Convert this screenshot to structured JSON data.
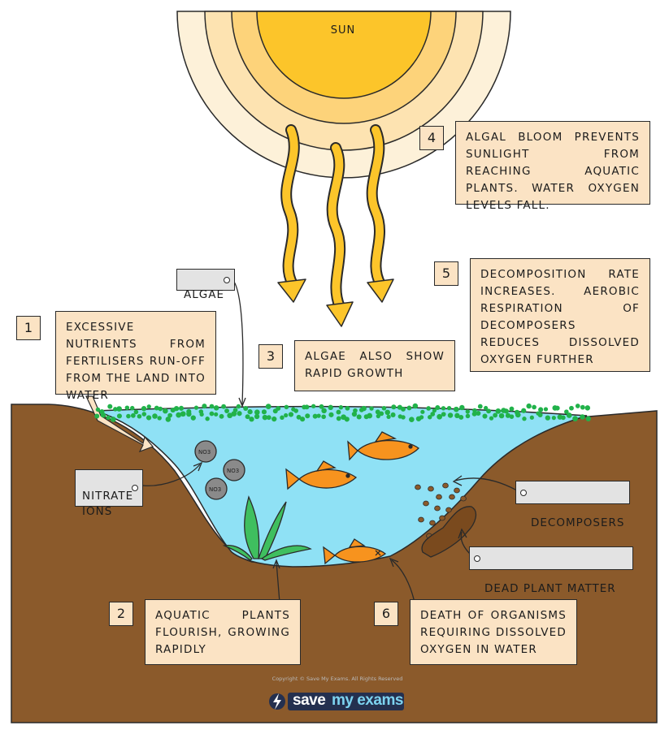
{
  "sun_label": "SUN",
  "nitrate_ion_label": "NO3",
  "tags": {
    "algae": "ALGAE",
    "nitrate_ions": "NITRATE\nIONS",
    "decomposers": "DECOMPOSERS",
    "dead_plant_matter": "DEAD PLANT MATTER"
  },
  "steps": [
    {
      "number": "1",
      "text": "EXCESSIVE NUTRIENTS FROM FERTILISERS RUN-OFF FROM THE LAND INTO WATER"
    },
    {
      "number": "2",
      "text": "AQUATIC PLANTS FLOURISH, GROWING RAPIDLY"
    },
    {
      "number": "3",
      "text": "ALGAE ALSO SHOW RAPID GROWTH"
    },
    {
      "number": "4",
      "text": "ALGAL BLOOM PREVENTS SUNLIGHT FROM REACHING AQUATIC PLANTS. WATER OXYGEN LEVELS FALL."
    },
    {
      "number": "5",
      "text": "DECOMPOSITION RATE INCREASES. AEROBIC RESPIRATION OF DECOMPOSERS REDUCES DISSOLVED OXYGEN FURTHER"
    },
    {
      "number": "6",
      "text": "DEATH OF ORGANISMS REQUIRING DISSOLVED OXYGEN IN WATER"
    }
  ],
  "footer": {
    "copyright": "Copyright © Save My Exams. All Rights Reserved",
    "brand_save": "save",
    "brand_myexams": "my exams"
  },
  "colors": {
    "soil": "#8b5a2b",
    "water": "#8fe1f5",
    "algae": "#21b24a",
    "sun_inner": "#fcc52a",
    "box_fill": "#fbe3c4",
    "fish": "#f7931e"
  }
}
